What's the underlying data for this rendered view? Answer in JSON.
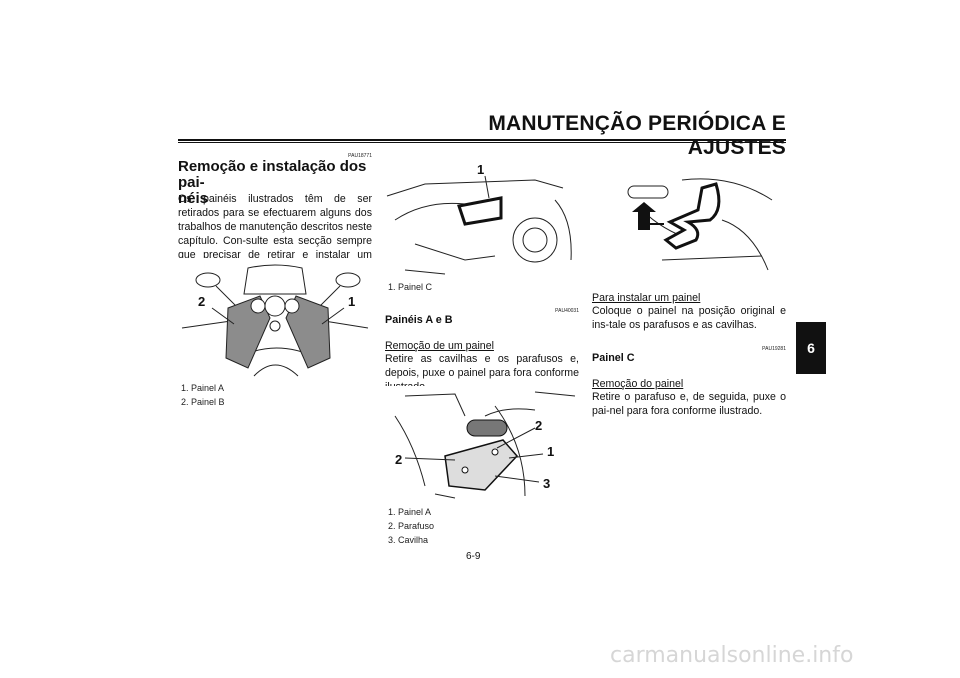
{
  "header": {
    "title": "MANUTENÇÃO PERIÓDICA E AJUSTES",
    "chapter_tab": "6"
  },
  "col1": {
    "code": "PAU18771",
    "heading": "Remoção e instalação dos pai-\nnéis",
    "body": "Os painéis ilustrados têm de ser retirados para se efectuarem alguns dos trabalhos de manutenção descritos neste capítulo. Con-sulte esta secção sempre que precisar de retirar e instalar um painel.",
    "figure": {
      "labels": [
        "2",
        "1"
      ]
    },
    "captions": [
      "1. Painel A",
      "2. Painel B"
    ]
  },
  "col2": {
    "figure_top": {
      "labels": [
        "1"
      ]
    },
    "caption_top": [
      "1. Painel C"
    ],
    "code": "PAU40031",
    "heading": "Painéis A e B",
    "subheading": "Remoção de um painel",
    "body": "Retire as cavilhas e os parafusos e, depois, puxe o painel para fora conforme ilustrado.",
    "figure_bottom": {
      "labels": [
        "2",
        "1",
        "2",
        "3"
      ]
    },
    "captions_bottom": [
      "1. Painel A",
      "2. Parafuso",
      "3. Cavilha"
    ]
  },
  "col3": {
    "subheading_install": "Para instalar um painel",
    "body_install": "Coloque o painel na posição original e ins-tale os parafusos e as cavilhas.",
    "code": "PAU19281",
    "heading": "Painel C",
    "subheading_remove": "Remoção do painel",
    "body_remove": "Retire o parafuso e, de seguida, puxe o pai-nel para fora conforme ilustrado."
  },
  "footer": {
    "page_number": "6-9",
    "watermark": "carmanualsonline.info"
  }
}
